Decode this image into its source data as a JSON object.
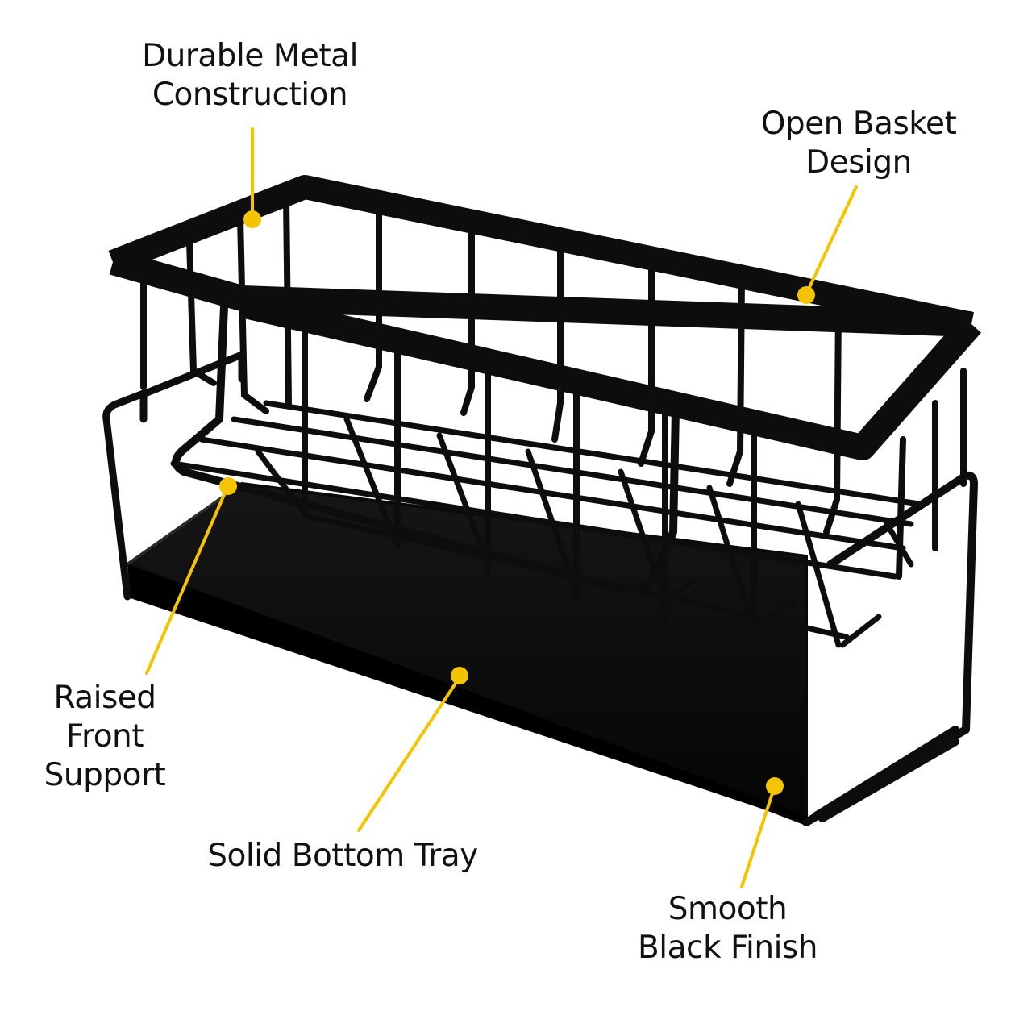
{
  "colors": {
    "accent": "#F5C400",
    "product": "#0d0d0d",
    "text": "#111111",
    "background": "#ffffff"
  },
  "callouts": {
    "durable": {
      "line1": "Durable Metal",
      "line2": "Construction"
    },
    "open": {
      "line1": "Open Basket",
      "line2": "Design"
    },
    "raised": {
      "line1": "Raised",
      "line2": "Front",
      "line3": "Support"
    },
    "solid": {
      "line1": "Solid Bottom Tray"
    },
    "smooth": {
      "line1": "Smooth",
      "line2": "Black Finish"
    }
  }
}
